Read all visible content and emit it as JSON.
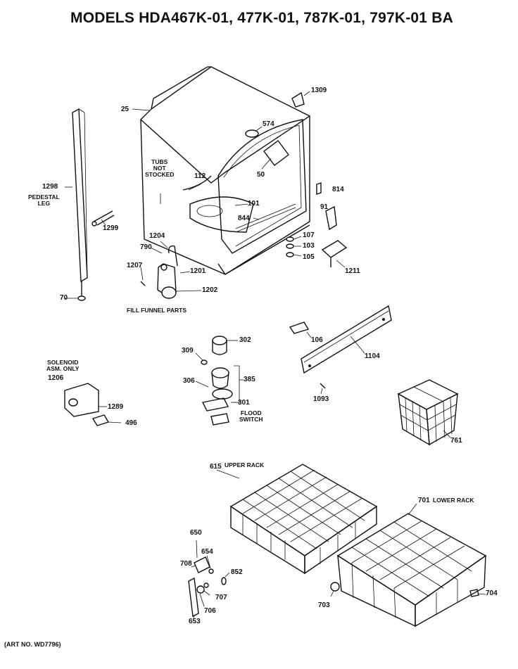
{
  "title": "MODELS HDA467K-01, 477K-01, 787K-01, 797K-01 BA",
  "art_number": "(ART NO. WD7796)",
  "captions": {
    "tubs_not_stocked": [
      "TUBS",
      "NOT",
      "STOCKED"
    ],
    "pedestal_leg": [
      "PEDESTAL",
      "LEG"
    ],
    "fill_funnel_parts": "FILL FUNNEL PARTS",
    "solenoid": [
      "SOLENOID",
      "ASM. ONLY"
    ],
    "flood_switch": [
      "FLOOD",
      "SWITCH"
    ],
    "upper_rack": "UPPER RACK",
    "lower_rack": "LOWER RACK"
  },
  "part_labels": [
    {
      "id": "p25",
      "text": "25"
    },
    {
      "id": "p1309",
      "text": "1309"
    },
    {
      "id": "p574",
      "text": "574"
    },
    {
      "id": "p50",
      "text": "50"
    },
    {
      "id": "p112",
      "text": "112"
    },
    {
      "id": "p101",
      "text": "101"
    },
    {
      "id": "p844",
      "text": "844"
    },
    {
      "id": "p814",
      "text": "814"
    },
    {
      "id": "p91",
      "text": "91"
    },
    {
      "id": "p107",
      "text": "107"
    },
    {
      "id": "p103",
      "text": "103"
    },
    {
      "id": "p105",
      "text": "105"
    },
    {
      "id": "p1211",
      "text": "1211"
    },
    {
      "id": "p1298",
      "text": "1298"
    },
    {
      "id": "p1299",
      "text": "1299"
    },
    {
      "id": "p70",
      "text": "70"
    },
    {
      "id": "p1204",
      "text": "1204"
    },
    {
      "id": "p790",
      "text": "790"
    },
    {
      "id": "p1207",
      "text": "1207"
    },
    {
      "id": "p1201",
      "text": "1201"
    },
    {
      "id": "p1202",
      "text": "1202"
    },
    {
      "id": "p106",
      "text": "106"
    },
    {
      "id": "p1104",
      "text": "1104"
    },
    {
      "id": "p1093",
      "text": "1093"
    },
    {
      "id": "p309",
      "text": "309"
    },
    {
      "id": "p302",
      "text": "302"
    },
    {
      "id": "p306",
      "text": "306"
    },
    {
      "id": "p385",
      "text": "385"
    },
    {
      "id": "p301",
      "text": "301"
    },
    {
      "id": "p1206",
      "text": "1206"
    },
    {
      "id": "p1289",
      "text": "1289"
    },
    {
      "id": "p496",
      "text": "496"
    },
    {
      "id": "p761",
      "text": "761"
    },
    {
      "id": "p615",
      "text": "615"
    },
    {
      "id": "p701",
      "text": "701"
    },
    {
      "id": "p650",
      "text": "650"
    },
    {
      "id": "p654",
      "text": "654"
    },
    {
      "id": "p708",
      "text": "708"
    },
    {
      "id": "p852",
      "text": "852"
    },
    {
      "id": "p707",
      "text": "707"
    },
    {
      "id": "p706",
      "text": "706"
    },
    {
      "id": "p653",
      "text": "653"
    },
    {
      "id": "p703",
      "text": "703"
    },
    {
      "id": "p704",
      "text": "704"
    }
  ]
}
